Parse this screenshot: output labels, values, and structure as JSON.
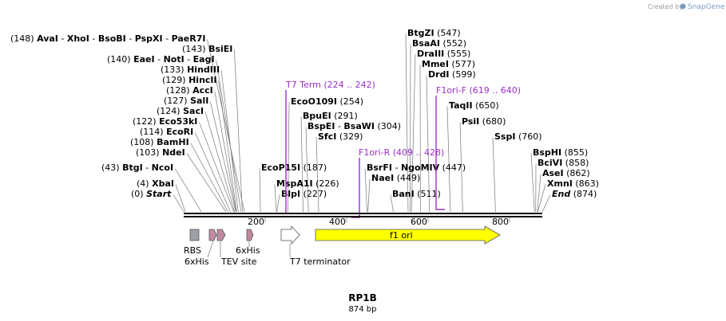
{
  "credit": {
    "text": "Created by",
    "brand": "SnapGene"
  },
  "plasmid": {
    "name": "RP1B",
    "length_label": "874 bp",
    "length_bp": 874
  },
  "ruler": [
    {
      "value": 200,
      "label": "200"
    },
    {
      "value": 400,
      "label": "400"
    },
    {
      "value": 600,
      "label": "600"
    },
    {
      "value": 800,
      "label": "800"
    }
  ],
  "sites": [
    {
      "pos": "(148)",
      "names": [
        "AvaI",
        "XhoI",
        "BsoBI",
        "PspXI",
        "PaeR7I"
      ],
      "bp": 148
    },
    {
      "pos": "(143)",
      "names": [
        "BsiEI"
      ],
      "bp": 143
    },
    {
      "pos": "(140)",
      "names": [
        "EaeI",
        "NotI",
        "EagI"
      ],
      "bp": 140
    },
    {
      "pos": "(133)",
      "names": [
        "HindIII"
      ],
      "bp": 133
    },
    {
      "pos": "(129)",
      "names": [
        "HincII"
      ],
      "bp": 129
    },
    {
      "pos": "(128)",
      "names": [
        "AccI"
      ],
      "bp": 128
    },
    {
      "pos": "(127)",
      "names": [
        "SalI"
      ],
      "bp": 127
    },
    {
      "pos": "(124)",
      "names": [
        "SacI"
      ],
      "bp": 124
    },
    {
      "pos": "(122)",
      "names": [
        "Eco53kI"
      ],
      "bp": 122
    },
    {
      "pos": "(114)",
      "names": [
        "EcoRI"
      ],
      "bp": 114
    },
    {
      "pos": "(108)",
      "names": [
        "BamHI"
      ],
      "bp": 108
    },
    {
      "pos": "(103)",
      "names": [
        "NdeI"
      ],
      "bp": 103
    },
    {
      "pos": "(43)",
      "names": [
        "BtgI",
        "NcoI"
      ],
      "bp": 43
    },
    {
      "pos": "(4)",
      "names": [
        "XbaI"
      ],
      "bp": 4
    },
    {
      "pos": "(0)",
      "names": [
        "Start"
      ],
      "bp": 0,
      "italic": true
    },
    {
      "pos": "(254)",
      "names": [
        "EcoO109I"
      ],
      "bp": 254
    },
    {
      "pos": "(291)",
      "names": [
        "BpuEI"
      ],
      "bp": 291
    },
    {
      "pos": "(304)",
      "names": [
        "BspEI",
        "BsaWI"
      ],
      "bp": 304
    },
    {
      "pos": "(329)",
      "names": [
        "SfcI"
      ],
      "bp": 329
    },
    {
      "pos": "(187)",
      "names": [
        "EcoP15I"
      ],
      "bp": 187
    },
    {
      "pos": "(226)",
      "names": [
        "MspA1I"
      ],
      "bp": 226
    },
    {
      "pos": "(227)",
      "names": [
        "BlpI"
      ],
      "bp": 227
    },
    {
      "pos": "(547)",
      "names": [
        "BtgZI"
      ],
      "bp": 547
    },
    {
      "pos": "(552)",
      "names": [
        "BsaAI"
      ],
      "bp": 552
    },
    {
      "pos": "(555)",
      "names": [
        "DraIII"
      ],
      "bp": 555
    },
    {
      "pos": "(577)",
      "names": [
        "MmeI"
      ],
      "bp": 577
    },
    {
      "pos": "(599)",
      "names": [
        "DrdI"
      ],
      "bp": 599
    },
    {
      "pos": "(650)",
      "names": [
        "TaqII"
      ],
      "bp": 650
    },
    {
      "pos": "(680)",
      "names": [
        "PsiI"
      ],
      "bp": 680
    },
    {
      "pos": "(760)",
      "names": [
        "SspI"
      ],
      "bp": 760
    },
    {
      "pos": "(447)",
      "names": [
        "BsrFI",
        "NgoMIV"
      ],
      "bp": 447
    },
    {
      "pos": "(449)",
      "names": [
        "NaeI"
      ],
      "bp": 449
    },
    {
      "pos": "(511)",
      "names": [
        "BanI"
      ],
      "bp": 511
    },
    {
      "pos": "(855)",
      "names": [
        "BspHI"
      ],
      "bp": 855
    },
    {
      "pos": "(858)",
      "names": [
        "BciVI"
      ],
      "bp": 858
    },
    {
      "pos": "(862)",
      "names": [
        "AseI"
      ],
      "bp": 862
    },
    {
      "pos": "(863)",
      "names": [
        "XmnI"
      ],
      "bp": 863
    },
    {
      "pos": "(874)",
      "names": [
        "End"
      ],
      "bp": 874,
      "italic": true
    }
  ],
  "primers": [
    {
      "name": "T7 Term",
      "range": "(224 .. 242)",
      "start": 224,
      "end": 242
    },
    {
      "name": "F1ori-R",
      "range": "(409 .. 428)",
      "start": 409,
      "end": 428
    },
    {
      "name": "F1ori-F",
      "range": "(619 .. 640)",
      "start": 619,
      "end": 640
    }
  ],
  "features": [
    {
      "label": "RBS",
      "kind": "rbs",
      "color": "#9aa0a6"
    },
    {
      "label": "6xHis",
      "kind": "tag",
      "color": "#c08aa0"
    },
    {
      "label": "TEV site",
      "kind": "tag",
      "color": "#c08aa0"
    },
    {
      "label": "6xHis",
      "kind": "tag",
      "color": "#c08aa0"
    },
    {
      "label": "T7 terminator",
      "kind": "terminator",
      "color": "#ffffff"
    },
    {
      "label": "f1 ori",
      "kind": "origin",
      "color": "#ffff00"
    }
  ],
  "colors": {
    "primer": "#9b30c8",
    "backbone": "#000000",
    "origin": "#ffff00"
  }
}
